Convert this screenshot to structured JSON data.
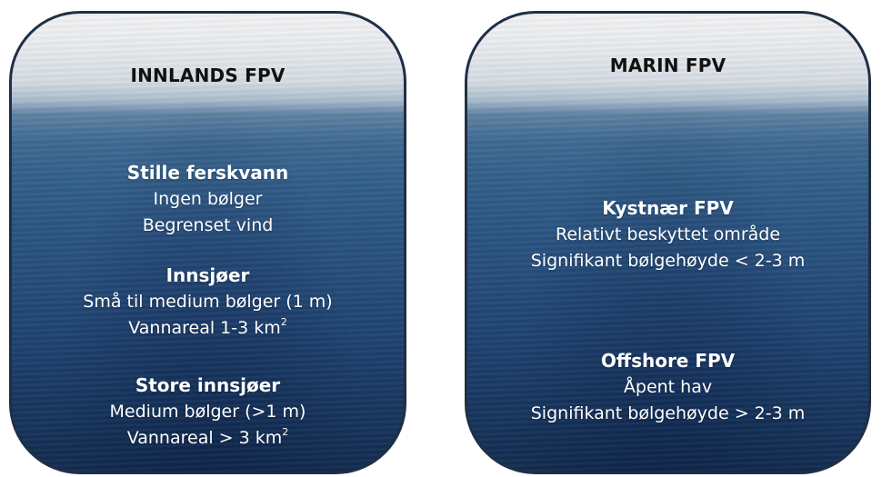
{
  "panels": [
    {
      "title": "INNLANDS FPV",
      "blocks": [
        {
          "heading": "Stille ferskvann",
          "lines": [
            "Ingen bølger",
            "Begrenset vind"
          ]
        },
        {
          "heading": "Innsjøer",
          "lines": [
            "Små til medium bølger (1 m)"
          ],
          "area": {
            "text": "Vannareal 1-3 km",
            "sup": "2"
          }
        },
        {
          "heading": "Store innsjøer",
          "lines": [
            "Medium bølger (>1 m)"
          ],
          "area": {
            "text": "Vannareal > 3 km",
            "sup": "2"
          }
        }
      ]
    },
    {
      "title": "MARIN FPV",
      "blocks": [
        {
          "heading": "Kystnær FPV",
          "lines": [
            "Relativt beskyttet område",
            "Signifikant bølgehøyde < 2-3 m"
          ]
        },
        {
          "heading": "Offshore FPV",
          "lines": [
            "Åpent hav",
            "Signifikant bølgehøyde > 2-3 m"
          ]
        }
      ]
    }
  ],
  "colors": {
    "border": "#1f2f45",
    "title_text": "#111111",
    "body_text": "#ffffff",
    "sea_deep": "#132c50",
    "sky": "#f2f3f4"
  }
}
